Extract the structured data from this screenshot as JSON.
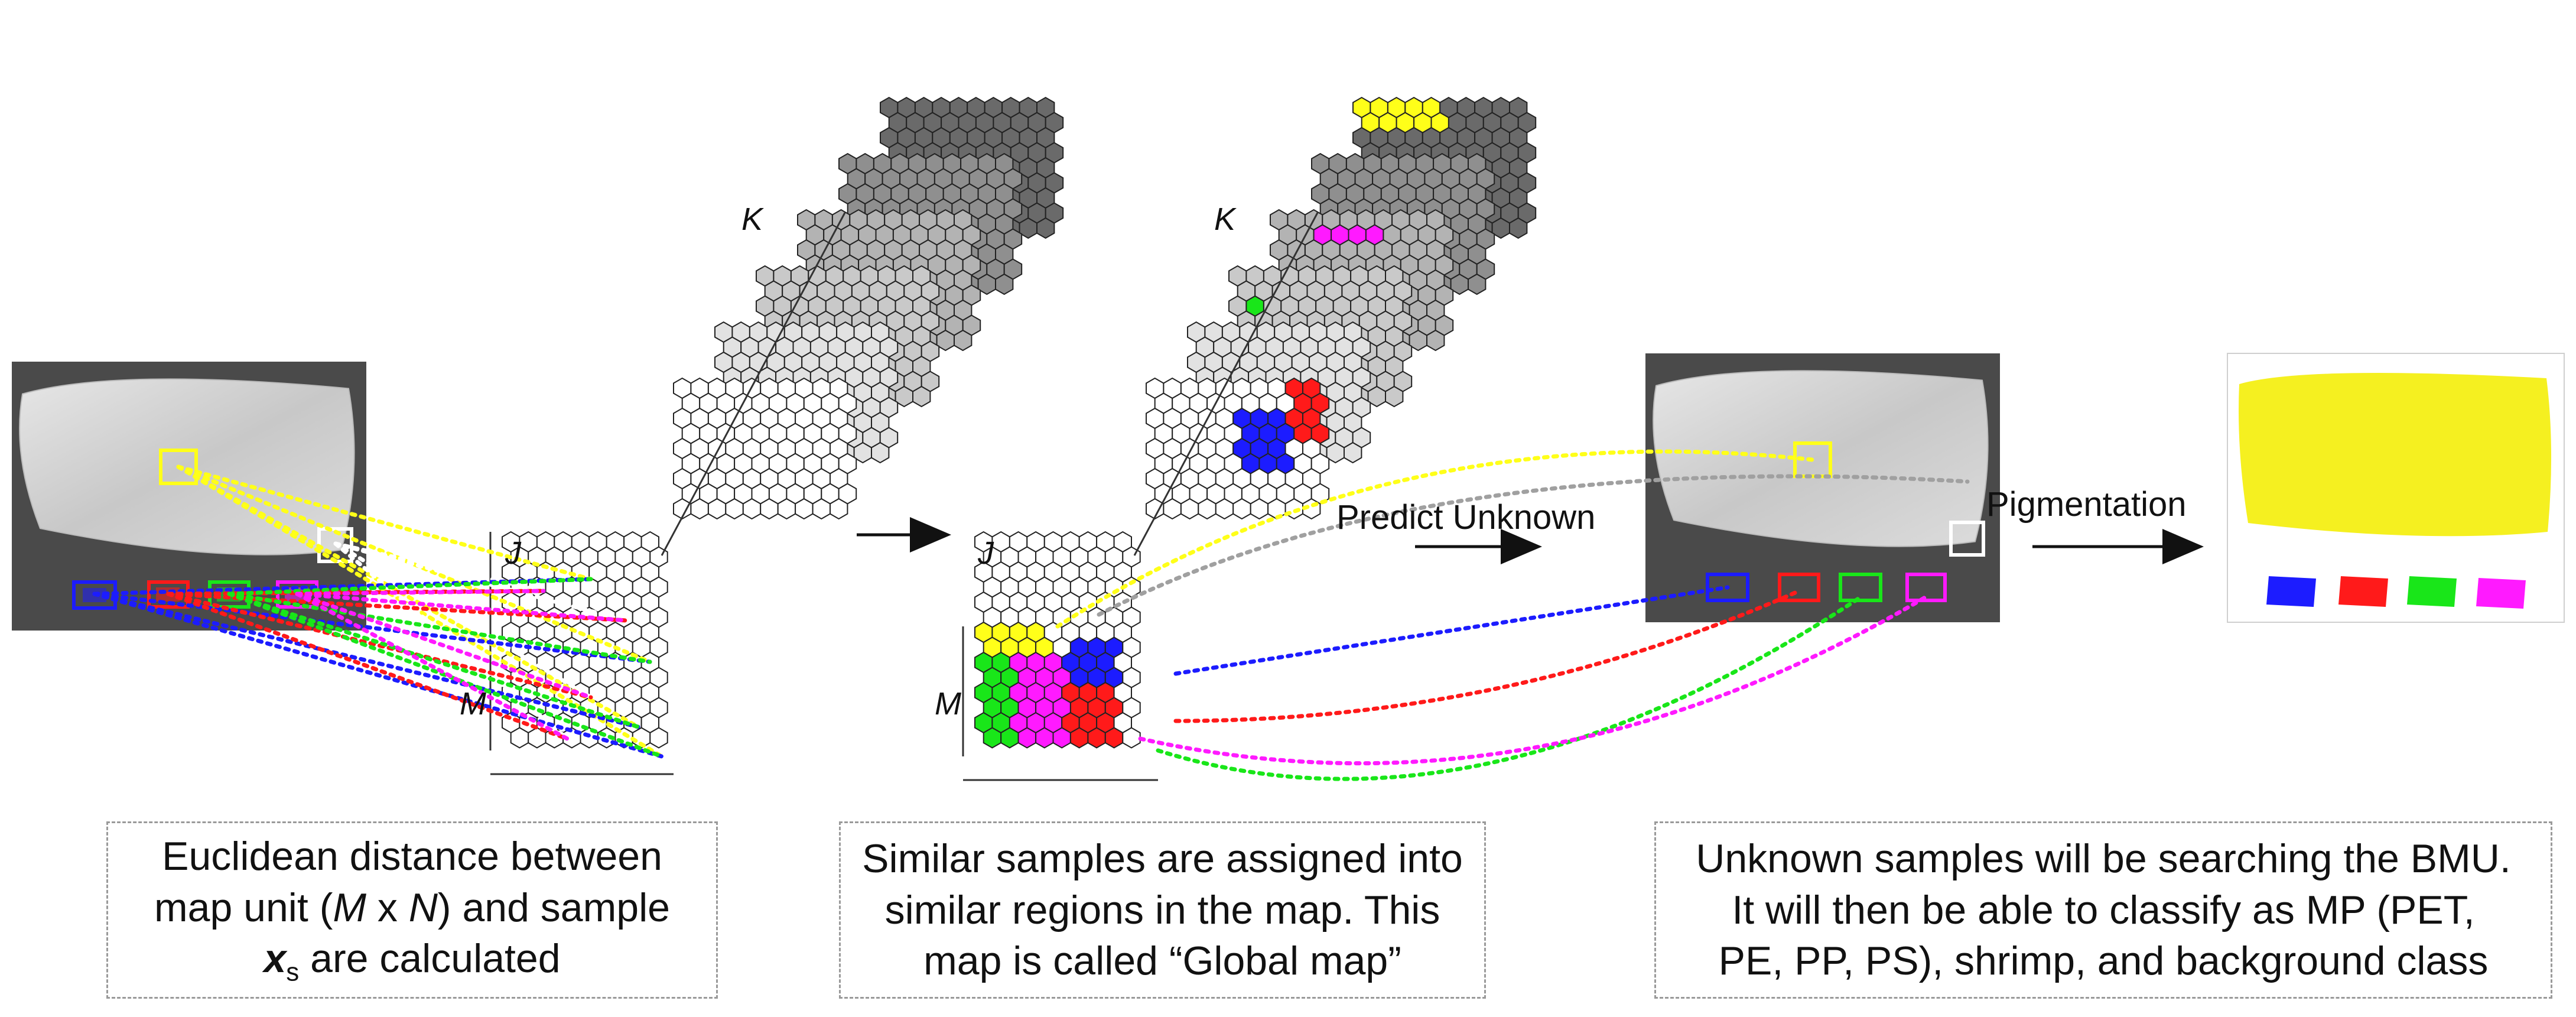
{
  "labels": {
    "k_left": "K",
    "j_left": "J",
    "m_left": "M",
    "k_mid": "K",
    "j_mid": "J",
    "m_mid": "M"
  },
  "arrows": {
    "predict": "Predict Unknown",
    "pigmentation": "Pigmentation"
  },
  "captions": {
    "left": {
      "line1": "Euclidean distance between",
      "line2_prefix": "map unit (",
      "line2_m": "M",
      "line2_x": " x ",
      "line2_n": "N",
      "line2_suffix": ") and sample",
      "line3_var": "x",
      "line3_sub": "s",
      "line3_suffix": " are calculated"
    },
    "middle": {
      "line1": "Similar samples are assigned into",
      "line2": "similar regions in the map. This",
      "line3": "map is called “Global map”"
    },
    "right": {
      "line1": "Unknown samples will be searching the BMU.",
      "line2": "It will then be able to classify as MP (PET,",
      "line3": "PE, PP, PS), shrimp, and background class"
    }
  },
  "colors": {
    "pet": "#1c1cff",
    "pe": "#ff1a1a",
    "pp": "#19e619",
    "ps": "#ff1aff",
    "shrimp": "#ffff19",
    "background": "#ffffff",
    "photo_bg": "#4a4a4a",
    "pigment_yellow": "#f5f020"
  }
}
